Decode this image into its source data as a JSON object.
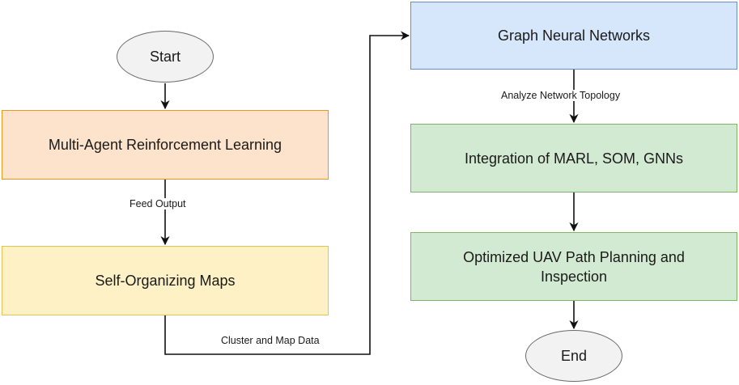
{
  "nodes": {
    "start": "Start",
    "marl": "Multi-Agent Reinforcement Learning",
    "som": "Self-Organizing Maps",
    "gnn": "Graph Neural Networks",
    "integration": "Integration of MARL, SOM, GNNs",
    "optimized_line1": "Optimized UAV Path Planning and",
    "optimized_line2": "Inspection",
    "end": "End"
  },
  "edges": {
    "feed_output": "Feed Output",
    "cluster_map": "Cluster and Map Data",
    "analyze_topology": "Analyze Network Topology"
  },
  "colors": {
    "orange_fill": "#fde3cb",
    "orange_border": "#e59a1e",
    "yellow_fill": "#fff1c6",
    "yellow_border": "#e6c34f",
    "blue_fill": "#d6e6fb",
    "blue_border": "#6c8ebf",
    "green_fill": "#d3ead2",
    "green_border": "#82b366"
  }
}
